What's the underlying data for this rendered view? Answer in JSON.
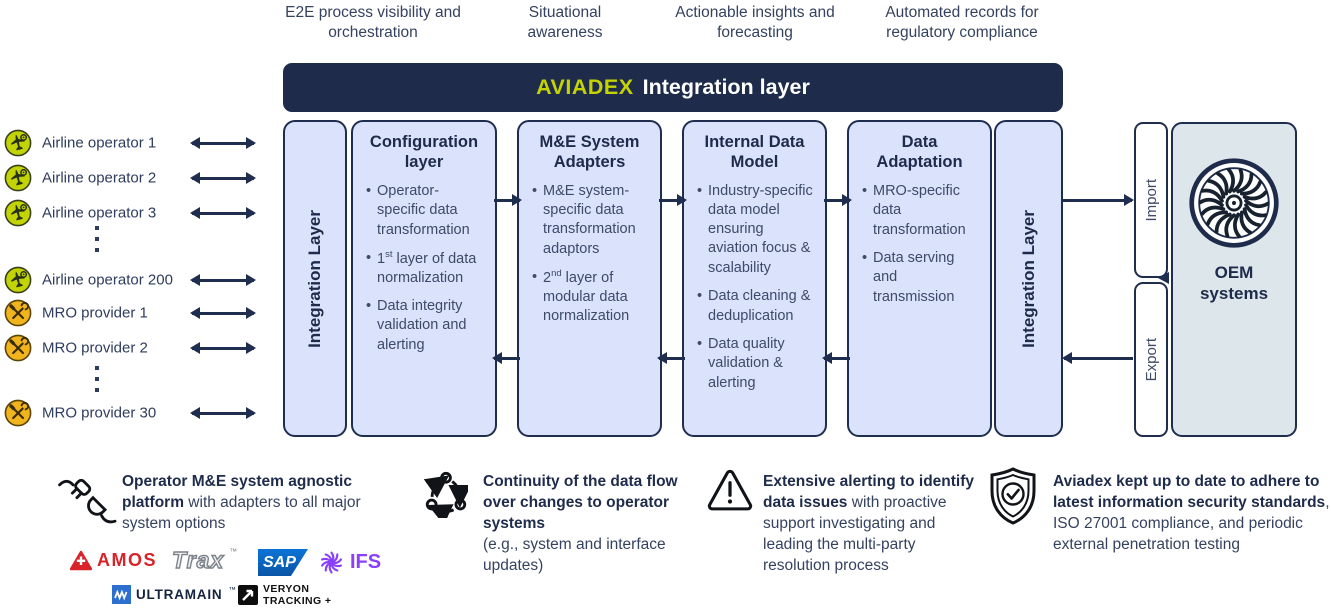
{
  "colors": {
    "navy": "#1e2b4b",
    "box_fill": "#dbe2fc",
    "accent_green": "#c5d400",
    "oem_fill": "#dde6ea",
    "airline_green": "#c3d405",
    "mro_yellow": "#f2b41c",
    "amos_red": "#d8232a",
    "sap_blue": "#0a6ed1",
    "ifs_purple": "#8a3ffc",
    "ultramain_blue": "#2c6fce"
  },
  "top_labels": [
    "E2E process visibility and orchestration",
    "Situational awareness",
    "Actionable insights and forecasting",
    "Automated records for regulatory compliance"
  ],
  "banner": {
    "brand": "AVIADEX",
    "title": "Integration layer"
  },
  "left_rows": [
    {
      "label": "Airline operator 1"
    },
    {
      "label": "Airline operator 2"
    },
    {
      "label": "Airline operator 3"
    },
    {
      "label": "Airline operator 200"
    },
    {
      "label": "MRO provider 1"
    },
    {
      "label": "MRO provider 2"
    },
    {
      "label": "MRO provider 30"
    }
  ],
  "pipeline": {
    "left_rail": "Integration Layer",
    "right_rail": "Integration Layer",
    "boxes": [
      {
        "title": "Configuration layer",
        "bullets": [
          {
            "pre": "Operator-specific data transformation"
          },
          {
            "pre": "1",
            "sup": "st",
            "post": " layer of data normalization"
          },
          {
            "pre": "Data integrity validation and alerting"
          }
        ]
      },
      {
        "title": "M&E System Adapters",
        "bullets": [
          {
            "pre": "M&E system-specific data transformation adaptors"
          },
          {
            "pre": "2",
            "sup": "nd",
            "post": " layer of modular data normalization"
          }
        ]
      },
      {
        "title": "Internal Data Model",
        "bullets": [
          {
            "pre": "Industry-specific data model ensuring aviation focus & scalability"
          },
          {
            "pre": "Data cleaning & deduplication"
          },
          {
            "pre": "Data quality validation & alerting"
          }
        ]
      },
      {
        "title": "Data Adaptation",
        "bullets": [
          {
            "pre": "MRO-specific data transformation"
          },
          {
            "pre": "Data serving and transmission"
          }
        ]
      }
    ]
  },
  "io": {
    "import_label": "Import",
    "export_label": "Export",
    "oem_label": "OEM systems"
  },
  "callouts": [
    {
      "icon": "plug-icon",
      "bold": "Operator M&E system agnostic platform",
      "rest": " with adapters to all major system options"
    },
    {
      "icon": "cycle-icon",
      "bold": "Continuity of the data flow over changes to operator systems",
      "rest": "(e.g., system and interface updates)"
    },
    {
      "icon": "warning-icon",
      "bold": "Extensive alerting to identify data issues",
      "rest": " with proactive support investigating and leading the multi-party resolution process"
    },
    {
      "icon": "shield-check-icon",
      "bold": "Aviadex kept up to date to adhere to latest information security standards",
      "rest": ", ISO 27001 compliance, and periodic external penetration testing"
    }
  ],
  "logos": {
    "amos": "AMOS",
    "trax": "Trax",
    "trax_tm": "™",
    "sap": "SAP",
    "ifs": "IFS",
    "ultramain": "ULTRAMAIN",
    "tm": "™",
    "veryon_line1": "VERYON",
    "veryon_line2": "TRACKING +"
  }
}
